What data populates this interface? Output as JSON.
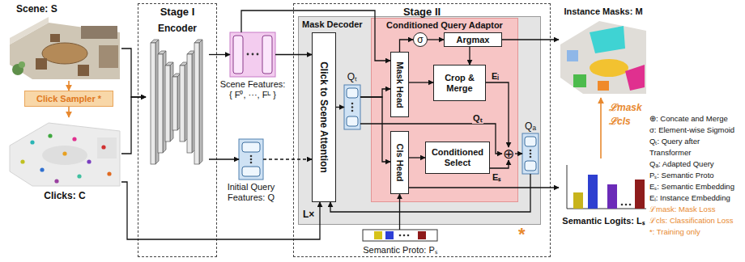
{
  "diagram": {
    "nodes": [
      {
        "text": [
          "Scene: S"
        ]
      },
      {
        "text": [
          "Click Sampler *"
        ]
      },
      {
        "text": [
          "Clicks: C"
        ]
      },
      {
        "text": [
          "Stage I"
        ]
      },
      {
        "text": [
          "Encoder"
        ],
        "in": 3
      },
      {
        "text": [
          "Scene Features: { F⁰, ···, Fᴸ }"
        ]
      },
      {
        "text": [
          "Initial Query Features: Q"
        ]
      },
      {
        "text": [
          "Stage II"
        ]
      },
      {
        "text": [
          "Mask Decoder",
          "L×"
        ],
        "in": 7
      },
      {
        "text": [
          "Click to Scene Attention"
        ],
        "in": 8
      },
      {
        "text": [
          "Qₜ"
        ],
        "in": 8
      },
      {
        "text": [
          "Conditioned Query Adaptor"
        ],
        "in": 8
      },
      {
        "text": [
          "Mask Head"
        ],
        "in": 11
      },
      {
        "text": [
          "Cls Head"
        ],
        "in": 11
      },
      {
        "text": [
          "σ"
        ],
        "in": 11
      },
      {
        "text": [
          "Argmax"
        ],
        "in": 11
      },
      {
        "text": [
          "Crop & Merge"
        ],
        "in": 11
      },
      {
        "text": [
          "Conditioned Select"
        ],
        "in": 11
      },
      {
        "text": [
          "⊕"
        ],
        "in": 11
      },
      {
        "text": [
          "Qₐ"
        ],
        "in": 8
      },
      {
        "text": [
          "Semantic Proto: Pₛ"
        ],
        "in": 7
      },
      {
        "text": [
          "Instance Masks: M"
        ]
      },
      {
        "text": [
          "Semantic Logits: Lₛ"
        ]
      }
    ],
    "edges": [
      {
        "from": 0,
        "to": 1,
        "arrow": "to"
      },
      {
        "from": 1,
        "to": 2,
        "arrow": "to"
      },
      {
        "from": 0,
        "to": 4,
        "arrow": "to"
      },
      {
        "from": 2,
        "to": 4,
        "arrow": "to"
      },
      {
        "from": 4,
        "to": 5,
        "arrow": "to"
      },
      {
        "from": 4,
        "to": 6,
        "arrow": "to"
      },
      {
        "from": 5,
        "to": 9,
        "arrow": "to"
      },
      {
        "from": 6,
        "to": 9,
        "arrow": "to"
      },
      {
        "from": 5,
        "to": 12,
        "arrow": "to"
      },
      {
        "from": 2,
        "to": 9,
        "arrow": "to"
      },
      {
        "from": 9,
        "to": 10,
        "arrow": "to"
      },
      {
        "from": 10,
        "to": 12,
        "arrow": "to"
      },
      {
        "from": 10,
        "to": 13,
        "arrow": "to"
      },
      {
        "from": 12,
        "to": 14,
        "arrow": "to"
      },
      {
        "from": 14,
        "to": 15,
        "arrow": "to"
      },
      {
        "from": 15,
        "to": 21,
        "arrow": "to"
      },
      {
        "from": 12,
        "to": 16,
        "arrow": "to"
      },
      {
        "from": 15,
        "to": 16,
        "arrow": "to"
      },
      {
        "from": 16,
        "to": 18,
        "label": "Eᵢ",
        "arrow": "to"
      },
      {
        "from": 10,
        "to": 18,
        "label": "Qₜ",
        "arrow": "to"
      },
      {
        "from": 13,
        "to": 17,
        "arrow": "to"
      },
      {
        "from": 17,
        "to": 18,
        "label": "Eₛ",
        "arrow": "to"
      },
      {
        "from": 20,
        "to": 13,
        "arrow": "to"
      },
      {
        "from": 18,
        "to": 19,
        "arrow": "to"
      },
      {
        "from": 19,
        "to": 9,
        "arrow": "to"
      },
      {
        "from": 13,
        "to": 22,
        "arrow": "to"
      }
    ],
    "labels": [
      "*",
      "ℒmask",
      "ℒcls"
    ],
    "legend": [
      {
        "text": "⊕: Concate and Merge"
      },
      {
        "text": "σ: Element-wise Sigmoid"
      },
      {
        "text": "Qₜ: Query after Transformer"
      },
      {
        "text": "Qₐ: Adapted Query"
      },
      {
        "text": "Pₛ: Semantic Proto"
      },
      {
        "text": "Eₛ: Semantic Embedding"
      },
      {
        "text": "Eᵢ: Instance Embedding"
      },
      {
        "text": "ℒmask: Mask Loss"
      },
      {
        "text": "ℒcls: Classification Loss"
      },
      {
        "text": "*: Training only"
      }
    ]
  }
}
